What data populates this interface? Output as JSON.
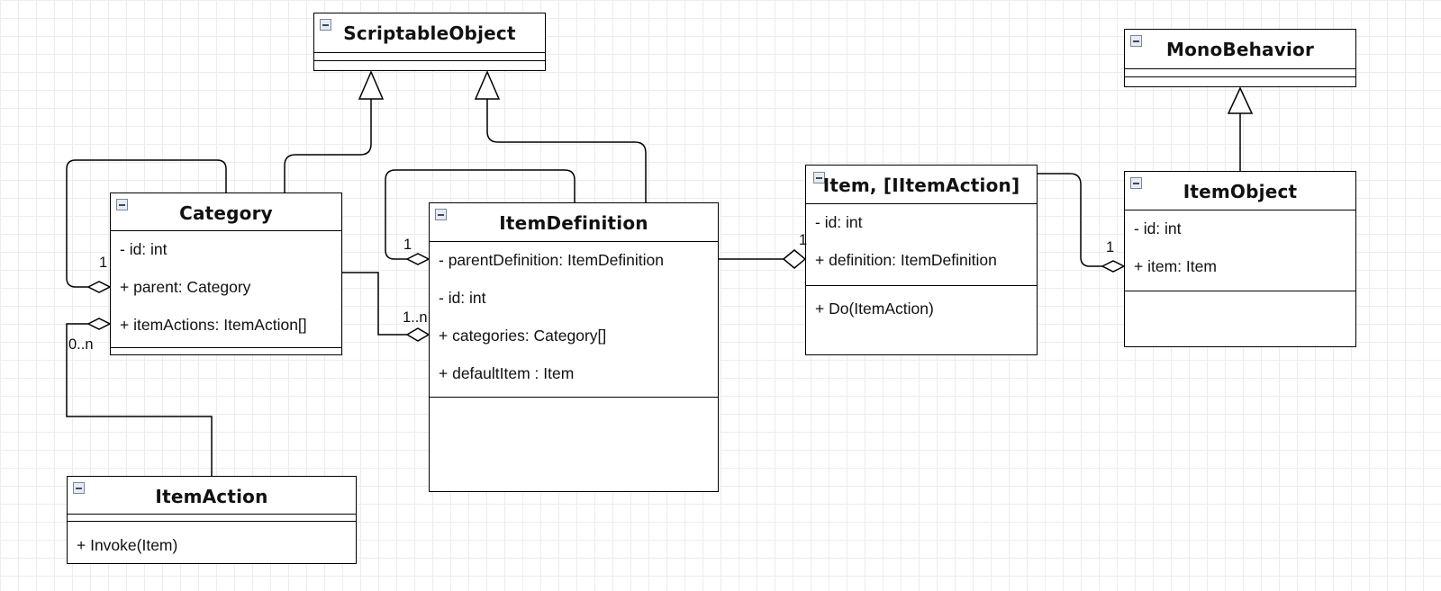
{
  "classes": {
    "scriptable_object": {
      "name": "ScriptableObject"
    },
    "mono_behavior": {
      "name": "MonoBehavior"
    },
    "category": {
      "name": "Category",
      "attributes": [
        "- id: int",
        "+ parent: Category",
        "+ itemActions: ItemAction[]"
      ]
    },
    "item_definition": {
      "name": "ItemDefinition",
      "attributes": [
        "- parentDefinition: ItemDefinition",
        "- id: int",
        "+ categories: Category[]",
        "+ defaultItem : Item"
      ]
    },
    "item": {
      "name": "Item, [IItemAction]",
      "attributes": [
        "- id: int",
        "+ definition: ItemDefinition"
      ],
      "methods": [
        "+ Do(ItemAction)"
      ]
    },
    "item_object": {
      "name": "ItemObject",
      "attributes": [
        "- id: int",
        "+ item: Item"
      ]
    },
    "item_action": {
      "name": "ItemAction",
      "methods": [
        "+ Invoke(Item)"
      ]
    }
  },
  "multiplicities": {
    "category_parent": "1",
    "category_item_actions": "0..n",
    "item_definition_parent": "1",
    "item_definition_categories": "1..n",
    "item_definition_on_item": "1",
    "item_on_item_object": "1"
  }
}
